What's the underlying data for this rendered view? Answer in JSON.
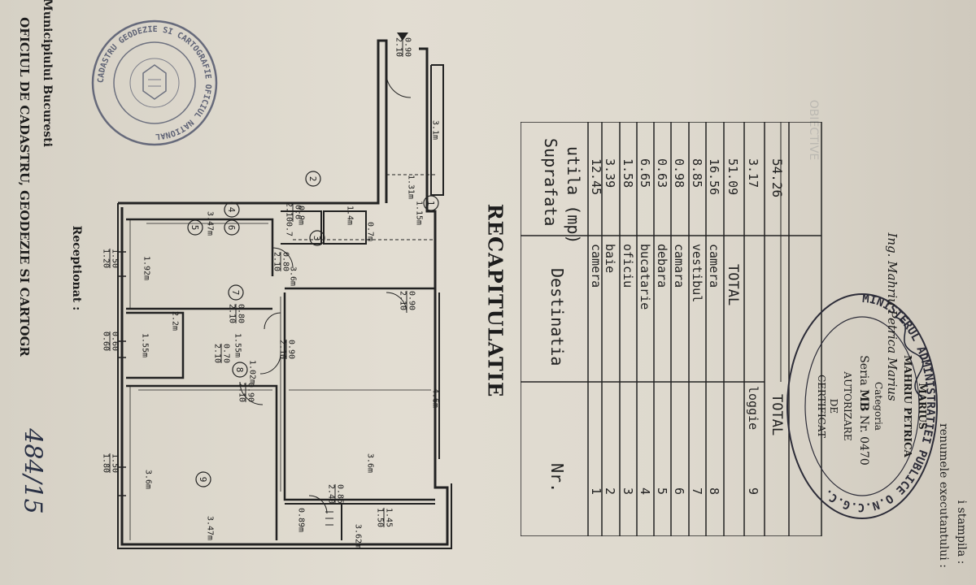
{
  "header": {
    "office_line1": "OFICIUL DE CADASTRU, GEODEZIE SI CARTOGR",
    "office_line2": "al Municipiului Bucuresti",
    "received": "Receptionat :",
    "handwritten_ref": "484/15"
  },
  "stamp_top": {
    "ring_text": "CADASTRU GEODEZIE SI CARTOGRAFIE OFICIUL NATIONAL"
  },
  "plan": {
    "rooms": [
      {
        "num": "1"
      },
      {
        "num": "2"
      },
      {
        "num": "3"
      },
      {
        "num": "4"
      },
      {
        "num": "5"
      },
      {
        "num": "6"
      },
      {
        "num": "7"
      },
      {
        "num": "8"
      },
      {
        "num": "9"
      }
    ],
    "dims": {
      "d_347a": "3.47m",
      "d_192": "1.92m",
      "d_36v4": "3.6m",
      "d_22": "2.2m",
      "d_155a": "1.55m",
      "d_155b": "1.55m",
      "d_102": "1.02m",
      "d_36a": "3.6m",
      "d_347b": "3.47m",
      "d_46": "4.6m",
      "d_36b": "3.6m",
      "d_362": "3.62m",
      "d_089": "0.89m",
      "d_09": "0.9m",
      "d_14": "1.4m",
      "d_07a": "0.7",
      "d_07b": "0.7m",
      "d_131": "1.31m",
      "d_115": "1.15m",
      "d_31": "3.1m"
    },
    "openings": {
      "w1": {
        "a": "1.50",
        "b": "1.80"
      },
      "w2": {
        "a": "0.60",
        "b": "0.60"
      },
      "w4": {
        "a": "1.50",
        "b": "1.20"
      },
      "door_entry": {
        "a": "0.90",
        "b": "2.10"
      },
      "door_7": {
        "a": "0.90",
        "b": "2.10"
      },
      "door_4": {
        "a": "0.80",
        "b": "2.10"
      },
      "door_3a": {
        "a": "0.80",
        "b": "2.10"
      },
      "door_3b": {
        "a": "0.70",
        "b": "2.10"
      },
      "door_8": {
        "a": "0.90",
        "b": "2.10"
      },
      "door_1": {
        "a": "0.90",
        "b": "2.10"
      },
      "door_9": {
        "a": "0.85",
        "b": "2.40"
      },
      "win_9": {
        "a": "1.45",
        "b": "1.50"
      },
      "door_5": {
        "a": "0.6",
        "b": "2.10"
      }
    }
  },
  "recap": {
    "title": "RECAPITULATIE",
    "col_nr": "Nr.",
    "col_dest": "Destinatia",
    "col_area_l1": "Suprafata",
    "col_area_l2": "utila (mp)",
    "rows": [
      {
        "nr": "1",
        "dest": "camera",
        "area": "12.45"
      },
      {
        "nr": "2",
        "dest": "baie",
        "area": "3.39"
      },
      {
        "nr": "3",
        "dest": "oficiu",
        "area": "1.58"
      },
      {
        "nr": "4",
        "dest": "bucatarie",
        "area": "6.65"
      },
      {
        "nr": "5",
        "dest": "debara",
        "area": "0.63"
      },
      {
        "nr": "6",
        "dest": "camara",
        "area": "0.98"
      },
      {
        "nr": "7",
        "dest": "vestibul",
        "area": "8.85"
      },
      {
        "nr": "8",
        "dest": "camera",
        "area": "16.56"
      }
    ],
    "total_label": "TOTAL",
    "total_value": "51.09",
    "loggia_nr": "9",
    "loggia_dest": "loggie",
    "loggia_area": "3.17",
    "grand_total_label": "TOTAL",
    "grand_total": "54.26"
  },
  "cert": {
    "l1": "CERTIFICAT",
    "l2": "DE",
    "l3": "AUTORIZARE",
    "l4_prefix": "Seria",
    "l4_series": "MB",
    "l4_nr": "Nr. 0470",
    "l5": "Categoria",
    "l6": "Ing. Mahriu Petrica Marius",
    "l7": "MAHRIU PETRICA",
    "l8": "MARIUS",
    "ring": "MINISTERUL ADMINISTRATIEI PUBLICE O.N.C.G.C."
  },
  "footer": {
    "line1": "renumele executantului :",
    "line2": "i stampila :"
  }
}
